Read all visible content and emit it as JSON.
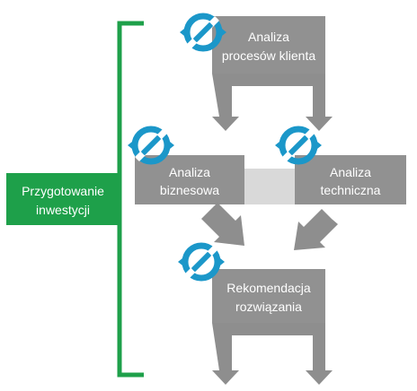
{
  "colors": {
    "green": "#1ea04a",
    "box_gray": "#919191",
    "arrow_gray": "#8e8e8e",
    "link_gray": "#d9d9d9",
    "icon_blue": "#1b97c9"
  },
  "left_box": {
    "line1": "Przygotowanie",
    "line2": "inwestycji"
  },
  "nodes": {
    "process": {
      "line1": "Analiza",
      "line2": "procesów klienta",
      "icon": "cycle-icon"
    },
    "business": {
      "line1": "Analiza",
      "line2": "biznesowa",
      "icon": "cycle-icon"
    },
    "technical": {
      "line1": "Analiza",
      "line2": "techniczna",
      "icon": "cycle-icon"
    },
    "recommendation": {
      "line1": "Rekomendacja",
      "line2": "rozwiązania",
      "icon": "cycle-icon"
    }
  }
}
